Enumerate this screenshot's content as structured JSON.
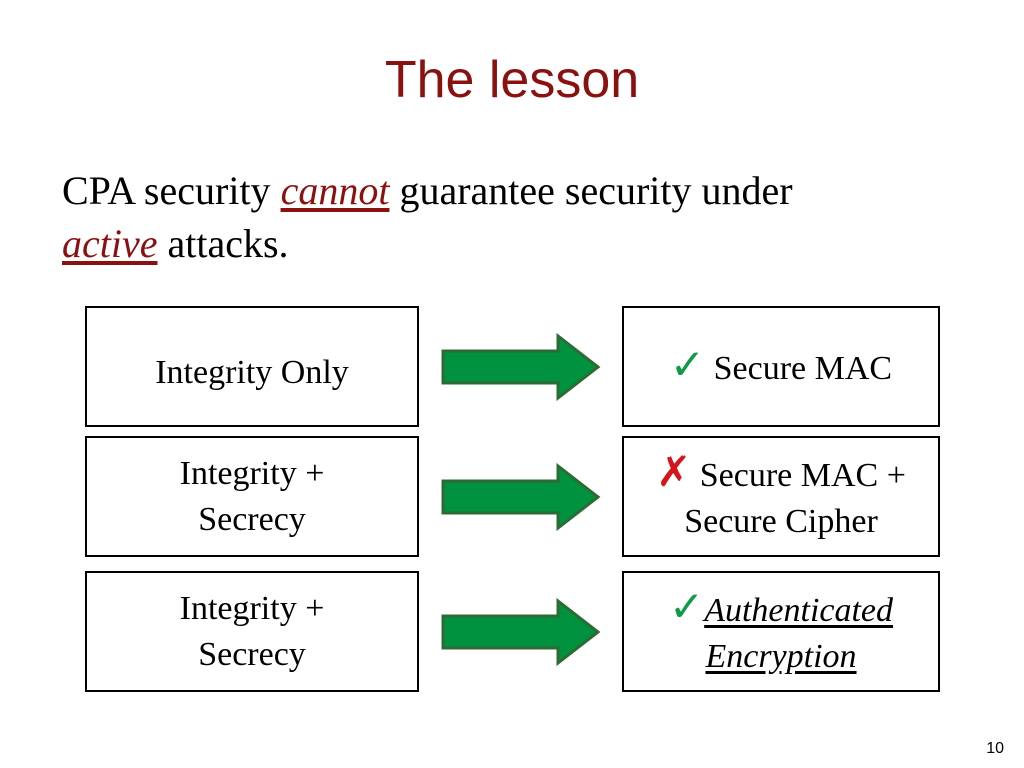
{
  "slide": {
    "title": "The lesson",
    "statement": {
      "part1": "CPA security ",
      "emph1": "cannot",
      "part2": " guarantee security under ",
      "emph2": "active",
      "part3": " attacks."
    },
    "rows": [
      {
        "left": [
          "Integrity Only"
        ],
        "mark": "✓",
        "right": [
          "Secure MAC"
        ]
      },
      {
        "left": [
          "Integrity +",
          "Secrecy"
        ],
        "mark": "✗",
        "right": [
          "Secure MAC +",
          "Secure Cipher"
        ]
      },
      {
        "left": [
          "Integrity +",
          "Secrecy"
        ],
        "mark": "✓",
        "right": [
          "Authenticated",
          "Encryption"
        ]
      }
    ],
    "page_number": "10"
  },
  "colors": {
    "title": "#8b1010",
    "arrow_fill": "#00923f",
    "arrow_stroke": "#2c6b35",
    "check": "#119a48",
    "cross": "#d4151b"
  }
}
